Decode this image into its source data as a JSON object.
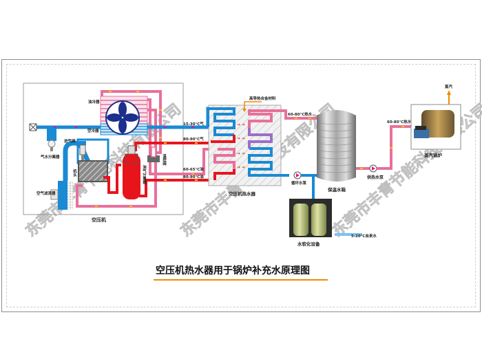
{
  "title": "空压机热水器用于锅炉补充水原理图",
  "colors": {
    "hot_oil": "#e8141c",
    "warm_pipe": "#e8709a",
    "cold_pipe": "#1a8ad4",
    "flow_marker": "#f5c400",
    "cold_marker": "#e0148c",
    "accent_orange": "#f08a00",
    "fan_blue": "#1c2f8c",
    "frame_gray": "#8c8c8c"
  },
  "compressor": {
    "name": "空压机",
    "labels": {
      "oil_cooler": "油冷器",
      "air_cooler": "空冷器",
      "water_separator": "气水分离器",
      "intake_valve": "进气阀",
      "machine_head": "机头",
      "air_filter": "空气滤清器",
      "oil_gas_separator": "油气分离器",
      "thermostatic_valve": "温控阀"
    }
  },
  "pipes": {
    "air_15_30": "15-30℃气",
    "air_80_90": "80-90℃气",
    "oil_60_65": "60-65℃油",
    "oil_80_90": "80-90℃油"
  },
  "heat_exchanger": {
    "name": "空压机热水器",
    "material_label": "高导热合金材料",
    "hot_water_out": "60-80℃热水",
    "circulation_pump": "循环水泵"
  },
  "tank": {
    "name": "保温水箱"
  },
  "supply": {
    "pump": "供热水泵",
    "hot_water": "60-80℃热水"
  },
  "boiler": {
    "name": "蒸汽锅炉",
    "steam": "蒸汽"
  },
  "softener": {
    "name": "水软化设备",
    "tap_water": "5-20℃自来水"
  },
  "watermark": "东莞市丰青节能科技有限公司"
}
